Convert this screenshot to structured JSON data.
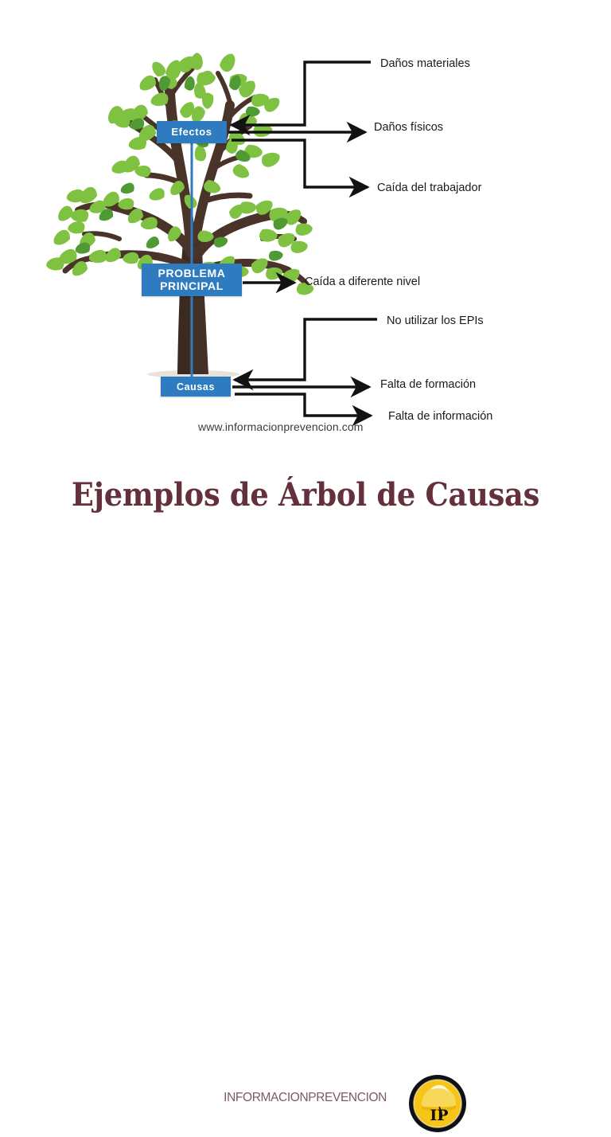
{
  "title": "Ejemplos de Árbol de Causas",
  "watermark": "www.informacionprevencion.com",
  "footer": {
    "brand_word": "informacionprevencion",
    "logo_text": "IP",
    "logo_name": "informacionprevencion-logo"
  },
  "colors": {
    "node_blue": "#2E7CBF",
    "title_maroon": "#63303C",
    "brand_mauve": "#7A5C63",
    "leaf_green": "#7FC242",
    "leaf_green_dark": "#4F9A32",
    "branch_brown": "#4A3328",
    "logo_yellow": "#F6C518",
    "arrow_black": "#121212"
  },
  "nodes": {
    "efectos": {
      "label": "Efectos"
    },
    "problema": {
      "line1": "PROBLEMA",
      "line2": "PRINCIPAL"
    },
    "causas": {
      "label": "Causas"
    }
  },
  "labels": [
    {
      "id": "danos-materiales",
      "text": "Daños materiales",
      "group": "efectos"
    },
    {
      "id": "danos-fisicos",
      "text": "Daños físicos",
      "group": "efectos"
    },
    {
      "id": "caida-trabajador",
      "text": "Caída del trabajador",
      "group": "efectos"
    },
    {
      "id": "caida-diferente",
      "text": "Caída a diferente nivel",
      "group": "problema"
    },
    {
      "id": "no-utilizar-epis",
      "text": "No utilizar los EPIs",
      "group": "causas"
    },
    {
      "id": "falta-formacion",
      "text": "Falta de formación",
      "group": "causas"
    },
    {
      "id": "falta-informacion",
      "text": "Falta de información",
      "group": "causas"
    }
  ],
  "chart_data": {
    "type": "diagram",
    "diagram_kind": "cause-and-effect tree (árbol de causas)",
    "title": "Ejemplos de Árbol de Causas",
    "nodes": [
      "Efectos",
      "PROBLEMA PRINCIPAL",
      "Causas"
    ],
    "branches": {
      "Efectos": [
        "Daños materiales",
        "Daños físicos",
        "Caída del trabajador"
      ],
      "PROBLEMA PRINCIPAL": [
        "Caída a diferente nivel"
      ],
      "Causas": [
        "No utilizar los EPIs",
        "Falta de formación",
        "Falta de información"
      ]
    },
    "flow_direction": "Causas (roots) → Problema principal (trunk) → Efectos (canopy)"
  }
}
